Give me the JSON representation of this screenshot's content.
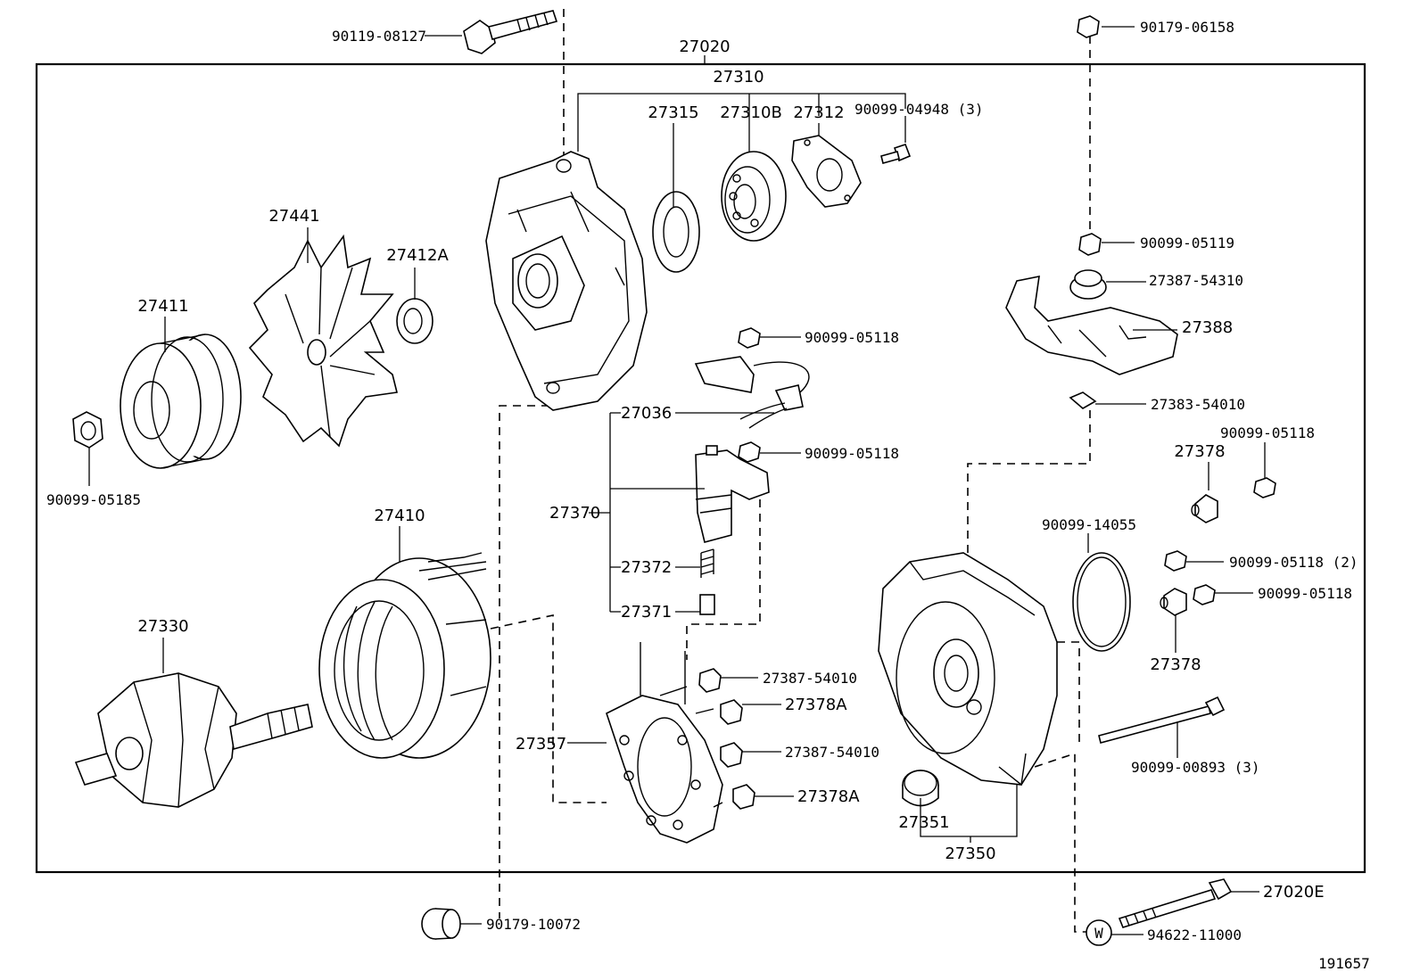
{
  "diagram_id": "191657",
  "labels": {
    "p27020": "27020",
    "p27310": "27310",
    "p27315": "27315",
    "p27310B": "27310B",
    "p27312": "27312",
    "p90099_04948": "90099-04948 (3)",
    "p90119_08127": "90119-08127",
    "p90179_06158": "90179-06158",
    "p27441": "27441",
    "p27412A": "27412A",
    "p27411": "27411",
    "p90099_05185": "90099-05185",
    "p90099_05119": "90099-05119",
    "p27387_54310": "27387-54310",
    "p27388": "27388",
    "p27383_54010": "27383-54010",
    "p90099_05118_a": "90099-05118",
    "p27036": "27036",
    "p90099_05118_b": "90099-05118",
    "p27378_top": "27378",
    "p90099_05118_c": "90099-05118",
    "p27370": "27370",
    "p27410": "27410",
    "p90099_14055": "90099-14055",
    "p27372": "27372",
    "p90099_05118_2": "90099-05118 (2)",
    "p90099_05118_d": "90099-05118",
    "p27371": "27371",
    "p27330": "27330",
    "p27378_bottom": "27378",
    "p27387_54010_a": "27387-54010",
    "p27378A_a": "27378A",
    "p27357": "27357",
    "p27387_54010_b": "27387-54010",
    "p27378A_b": "27378A",
    "p90099_00893": "90099-00893 (3)",
    "p27351": "27351",
    "p27350": "27350",
    "p27020E": "27020E",
    "p90179_10072": "90179-10072",
    "p94622_11000": "94622-11000",
    "washer_mark": "W"
  }
}
